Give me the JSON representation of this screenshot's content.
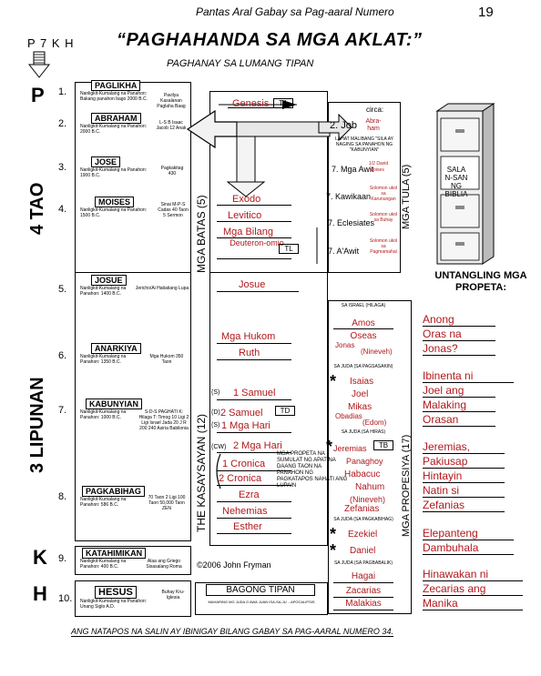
{
  "header": {
    "running_title": "Pantas Aral Gabay sa Pag-aaral Numero",
    "page_number": "19",
    "code": "P 7 K H",
    "main_title": "“PAGHAHANDA SA MGA AKLAT:”",
    "subtitle": "PAGHANAY SA LUMANG TIPAN"
  },
  "side_letters": {
    "p": "P",
    "k": "K",
    "h": "H"
  },
  "side_groups": {
    "tao": "4 TAO",
    "lipunan": "3 LIPUNAN"
  },
  "periods": [
    {
      "num": "1.",
      "name": "PAGLIKHA",
      "note": "Nanligkit-Kumalang na Panahon: Bakang panahon bago 2000 B.C.",
      "side": "Pavilya Kasalanan Paglaha Baag"
    },
    {
      "num": "2.",
      "name": "ABRAHAM",
      "note": "Nanligkit-Kumalang na Panahon: 2000 B.C.",
      "side": "L-S B Isaac Jacob 12 Anak"
    },
    {
      "num": "3.",
      "name": "JOSE",
      "note": "Nanligkit-Kumalang na Panahon: 1900 B.C.",
      "side": "Pagkakitag 430"
    },
    {
      "num": "4.",
      "name": "MOISES",
      "note": "Nanligkit-Kumalang na Panahon: 1500 B.C.",
      "side": "Sinai M-P-S Cadas 40 Taon 5 Sermon"
    },
    {
      "num": "5.",
      "name": "JOSUE",
      "note": "Nanligkit-Kumalang na Panahon: 1400 B.C.",
      "side": "Jericho/Ai Hatiatiang Lupa"
    },
    {
      "num": "6.",
      "name": "ANARKIYA",
      "note": "Nanligkit-Kumalang na Panahon: 1350 B.C.",
      "side": "Mga Hukom 350 Taon"
    },
    {
      "num": "7.",
      "name": "KABUNYIAN",
      "note": "Nanligkit-Kumalang na Panahon: 1000 B.C.",
      "side": "S-D-S PAGHATI K: Hilaga T: Timog 10 Ligi 2 Ligi Israel Jada 20 J R 200 240 Asiria Babilonia"
    },
    {
      "num": "8.",
      "name": "PAGKABIHAG",
      "note": "Nanligkit-Kumalang na Panahon: 586 B.C.",
      "side": "70 Taon 2 Ligi 100 Taon 50,000 Taon ZEN"
    },
    {
      "num": "9.",
      "name": "KATAHIMIKAN",
      "note": "Nanligkit-Kumalang na Panahon: 400 B.C.",
      "side": "Alaa ang Griego Sisasalang Roma"
    },
    {
      "num": "10.",
      "name": "HESUS",
      "note": "Nanligkit-Kumalang na Panahon: Unang Siglo A.D.",
      "side": "Buhay Kru- Iglesia"
    }
  ],
  "column_labels": {
    "batas": "MGA BATAS (5)",
    "kasaysayan": "THE KASAYSAYAN (12)",
    "tula": "MGA TULA (5)",
    "propesiya": "MGA PROPESIYA (17)"
  },
  "law_books": {
    "genesis": "Genesis",
    "exodo": "Exodo",
    "levitico": "Levitico",
    "bilang": "Mga Bilang",
    "deuteronomio": "Deuteron-omio",
    "ta": "TA",
    "tl": "TL"
  },
  "poetry": {
    "circa": "circa:",
    "job": "2. Job",
    "abraham": "Abra-ham",
    "lahat_note": "LAHAT MALIBANG \"SILA AY NAGING SA PANAHON NG \"KABUNYIAN\"",
    "half_david": "1/2 David",
    "awit1": "7. Mga Awit",
    "moises": "Moises",
    "kawikaan": "7. Kawikaan",
    "kaw_note": "Solomon ukol sa Karunungan",
    "eclesiastes": "7. Eclesiates",
    "ecl_note": "Solomon ukol sa Buhay",
    "awit2": "7. A'Awit",
    "awit2_note": "Solomon ukol sa Pagmamahal"
  },
  "cabinet": {
    "label": "SALA N-SAN NG BIBLIA"
  },
  "history_books": {
    "josue": "Josue",
    "hukom": "Mga Hukom",
    "ruth": "Ruth",
    "samuel1": "1 Samuel",
    "samuel2": "2 Samuel",
    "hari1": "1 Mga Hari",
    "hari2": "2 Mga Hari",
    "cronica1": "1 Cronica",
    "cronica2": "2 Cronica",
    "ezra": "Ezra",
    "nehemias": "Nehemias",
    "esther": "Esther",
    "s_mark": "(S)",
    "d_mark": "(D)",
    "cw_mark": "(CW)",
    "td": "TD",
    "tb": "TB"
  },
  "prophets": {
    "saisrael": "SA ISRAEL (HILAGA)",
    "amos": "Amos",
    "oseas": "Oseas",
    "jonas": "Jonas",
    "nineveh1": "(Nineveh)",
    "sajuda1": "SA JUDA (SA PAGSASAKIN)",
    "isaias": "Isaias",
    "joel": "Joel",
    "mikas": "Mikas",
    "obadias": "Obadias",
    "edom": "(Edom)",
    "sajuda2": "SA JUDA (SA HIRAS)",
    "jeremias": "Jeremias",
    "sofonias": "Panaghoy",
    "habacuc": "Habacuc",
    "nahum": "Nahum",
    "nineveh2": "(Nineveh)",
    "zefanias": "Zefanias",
    "sajuda3": "SA JUDA (SA PAGKABIHAG)",
    "ezekiel": "Ezekiel",
    "daniel": "Daniel",
    "sajuda4": "SA JUDA (SA PAGBABALIK)",
    "hagai": "Hagai",
    "zacarias": "Zacarias",
    "malakias": "Malakias",
    "mga_propeta_note": "MGA PROPETA NA SUMULAT NG APAT NA DAANG TAON NA PANAHON NG PAGKATAPOS NAHATI ANG LUPAIN"
  },
  "untangling": {
    "title": "UNTANGLING MGA PROPETA:",
    "lines": [
      "Anong",
      "Oras na",
      "Jonas?",
      "Ibinenta ni",
      "Joel ang",
      "Malaking",
      "Orasan",
      "Jeremias,",
      "Pakiusap",
      "Hintayin",
      "Natin si",
      "Zefanias",
      "Elepanteng",
      "Dambuhala",
      "Hinawakan ni",
      "Zecarias ang",
      "Manika"
    ]
  },
  "copyright": "©2006 John Fryman",
  "bagong_tipan": {
    "title": "BAGONG TIPAN",
    "list": "MAHARING MG JUDA G AWA   JUAN  ISA-SA-JU  ...APOCALIPSIS"
  },
  "footer": "ANG NATAPOS NA SALIN AY IBINIGAY BILANG GABAY SA PAG-AARAL NUMERO 34."
}
